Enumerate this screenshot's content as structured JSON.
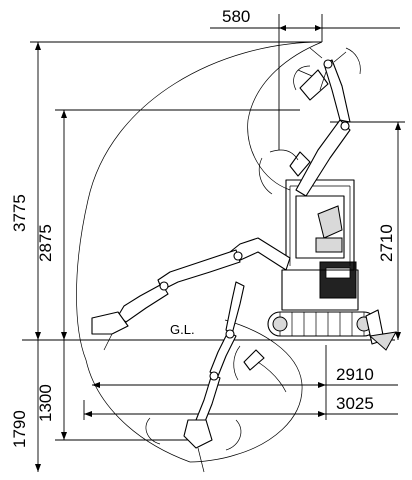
{
  "dimensions": {
    "top_offset": "580",
    "max_height": "3775",
    "dump_height": "2875",
    "boom_height": "2710",
    "max_depth": "1790",
    "vertical_depth": "1300",
    "reach_ground": "2910",
    "max_reach": "3025"
  },
  "ground_label": "G.L."
}
